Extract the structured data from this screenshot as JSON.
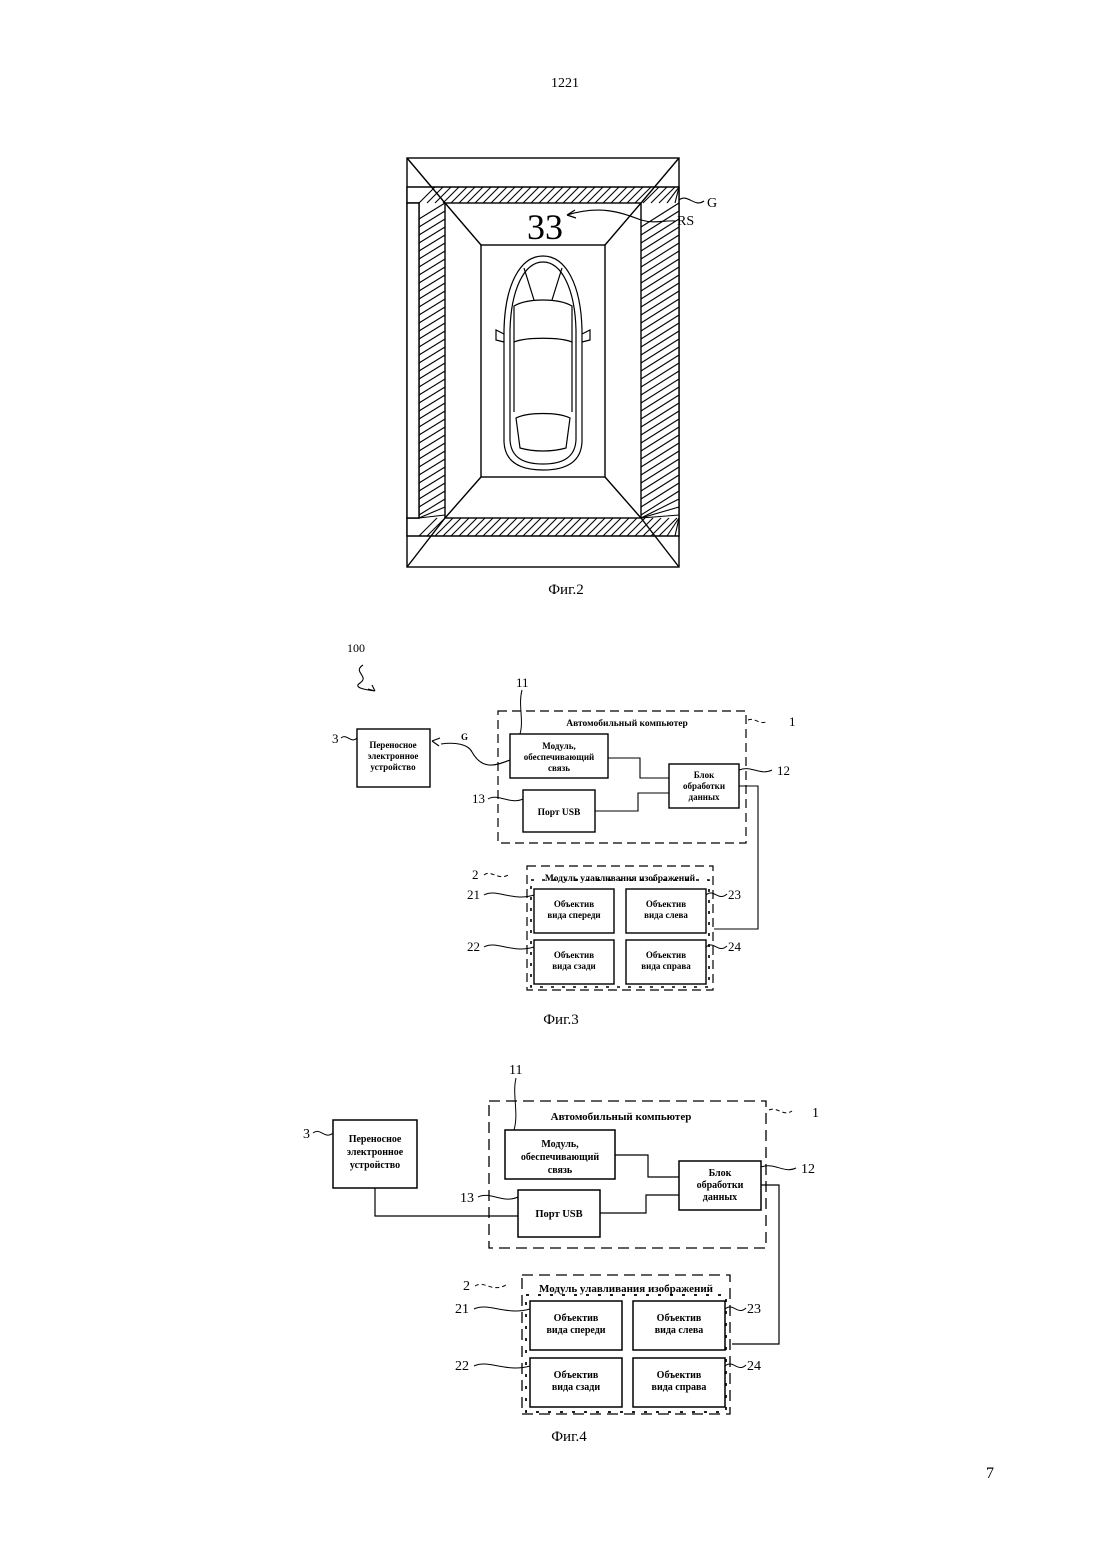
{
  "page": {
    "header_number": "1221",
    "page_number": "7"
  },
  "fig2": {
    "caption": "Фиг.2",
    "display_number": "33",
    "label_g": "G",
    "label_rs": "RS"
  },
  "fig3": {
    "caption": "Фиг.3",
    "system_ref": "100",
    "signal_label": "G",
    "portable": {
      "ref": "3",
      "lines": [
        "Переносное",
        "электронное",
        "устройство"
      ]
    },
    "computer": {
      "ref": "1",
      "title": "Автомобильный компьютер"
    },
    "comm_module": {
      "ref": "11",
      "lines": [
        "Модуль,",
        "обеспечивающий",
        "связь"
      ]
    },
    "processor": {
      "ref": "12",
      "lines": [
        "Блок",
        "обработки",
        "данных"
      ]
    },
    "usb": {
      "ref": "13",
      "label": "Порт USB"
    },
    "capture": {
      "ref": "2",
      "title": "Модуль улавливания изображений"
    },
    "lens_front": {
      "ref": "21",
      "lines": [
        "Объектив",
        "вида спереди"
      ]
    },
    "lens_rear": {
      "ref": "22",
      "lines": [
        "Объектив",
        "вида сзади"
      ]
    },
    "lens_left": {
      "ref": "23",
      "lines": [
        "Объектив",
        "вида слева"
      ]
    },
    "lens_right": {
      "ref": "24",
      "lines": [
        "Объектив",
        "вида справа"
      ]
    }
  },
  "fig4": {
    "caption": "Фиг.4",
    "portable": {
      "ref": "3",
      "lines": [
        "Переносное",
        "электронное",
        "устройство"
      ]
    },
    "computer": {
      "ref": "1",
      "title": "Автомобильный компьютер"
    },
    "comm_module": {
      "ref": "11",
      "lines": [
        "Модуль,",
        "обеспечивающий",
        "связь"
      ]
    },
    "processor": {
      "ref": "12",
      "lines": [
        "Блок",
        "обработки",
        "данных"
      ]
    },
    "usb": {
      "ref": "13",
      "label": "Порт USB"
    },
    "capture": {
      "ref": "2",
      "title": "Модуль улавливания изображений"
    },
    "lens_front": {
      "ref": "21",
      "lines": [
        "Объектив",
        "вида спереди"
      ]
    },
    "lens_rear": {
      "ref": "22",
      "lines": [
        "Объектив",
        "вида сзади"
      ]
    },
    "lens_left": {
      "ref": "23",
      "lines": [
        "Объектив",
        "вида слева"
      ]
    },
    "lens_right": {
      "ref": "24",
      "lines": [
        "Объектив",
        "вида справа"
      ]
    }
  }
}
